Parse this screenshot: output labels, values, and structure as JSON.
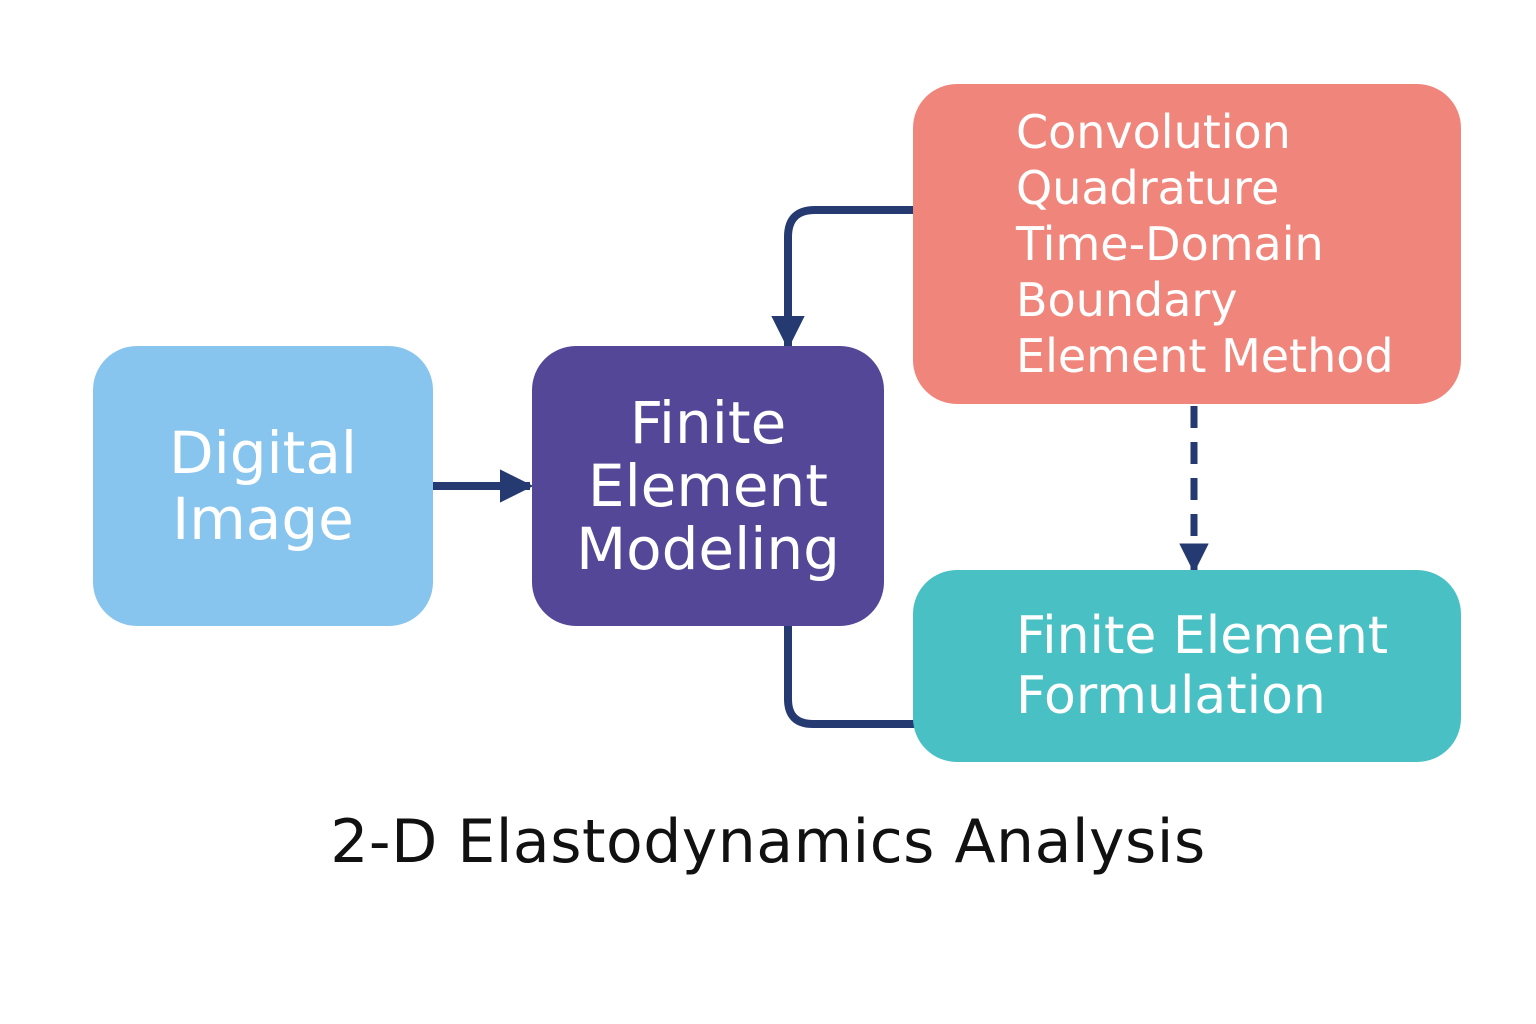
{
  "colors": {
    "digital_image": "#88c5ee",
    "fem": "#544797",
    "cq": "#f0857b",
    "fef": "#49c0c4",
    "connector": "#263a72"
  },
  "nodes": {
    "digital_image": {
      "lines": [
        "Digital",
        "Image"
      ]
    },
    "fem": {
      "lines": [
        "Finite",
        "Element",
        "Modeling"
      ]
    },
    "cq": {
      "lines": [
        "Convolution",
        "Quadrature",
        "Time-Domain",
        "Boundary",
        "Element Method"
      ]
    },
    "fef": {
      "lines": [
        "Finite Element",
        "Formulation"
      ]
    }
  },
  "caption": "2-D Elastodynamics Analysis"
}
